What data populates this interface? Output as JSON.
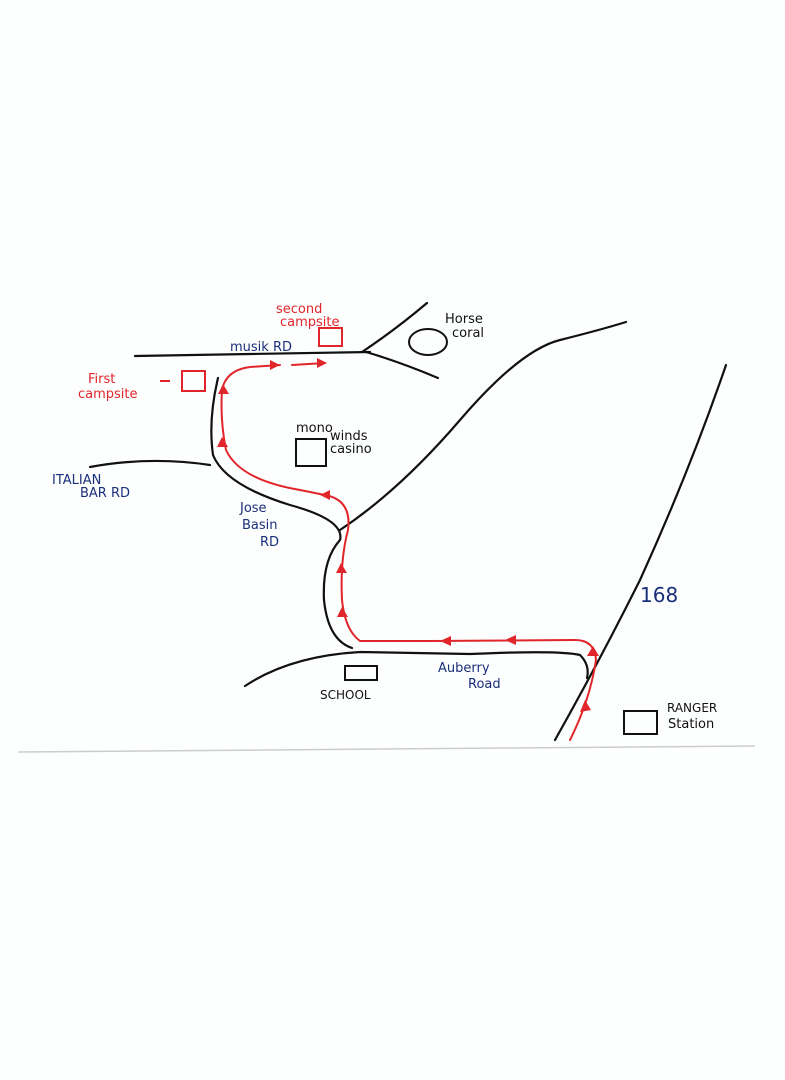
{
  "roads": {
    "musik": "musik RD",
    "italian_bar": [
      "ITALIAN",
      "BAR RD"
    ],
    "jose_basin": [
      "Jose",
      "Basin",
      "RD"
    ],
    "auberry": [
      "Auberry",
      "Road"
    ],
    "highway": "168"
  },
  "places": {
    "second_campsite": [
      "second",
      "campsite"
    ],
    "first_campsite": [
      "First",
      "campsite"
    ],
    "horse_coral": [
      "Horse",
      "coral"
    ],
    "casino": [
      "mono",
      "winds",
      "casino"
    ],
    "school": "SCHOOL",
    "ranger_station": [
      "RANGER",
      "Station"
    ]
  },
  "colors": {
    "route": "#e0262a",
    "road_labels": "#1a2f7a",
    "roads": "#111111"
  }
}
